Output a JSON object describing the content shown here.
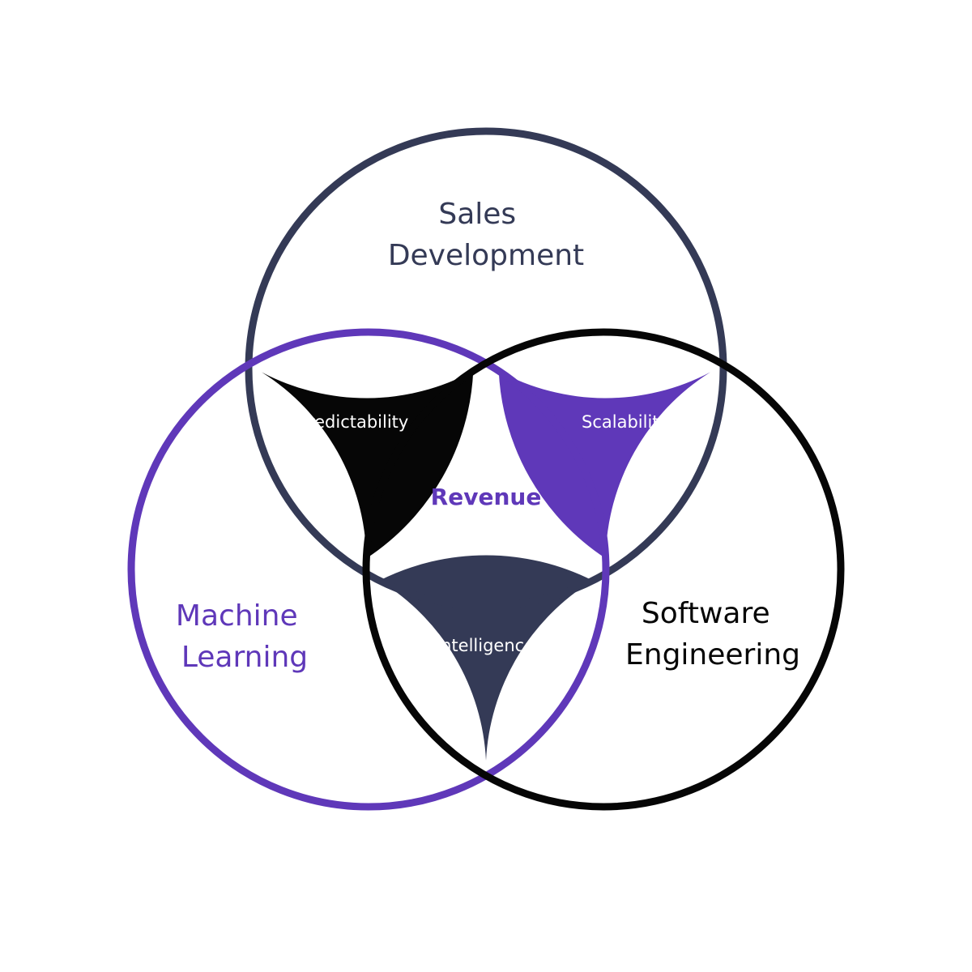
{
  "colors": {
    "sales": "#343a56",
    "ml": "#5f38b9",
    "se": "#060606",
    "predictability_fill": "#060606",
    "scalability_fill": "#5f38b9",
    "intelligence_fill": "#343a56",
    "revenue_text": "#5f38b9"
  },
  "circles": {
    "sales": {
      "line1": "Sales",
      "line2": "Development"
    },
    "ml": {
      "line1": "Machine",
      "line2": "Learning"
    },
    "se": {
      "line1": "Software",
      "line2": "Engineering"
    }
  },
  "overlaps": {
    "predictability": "Predictability",
    "scalability": "Scalability",
    "intelligence": "Intelligence",
    "revenue": "Revenue"
  }
}
